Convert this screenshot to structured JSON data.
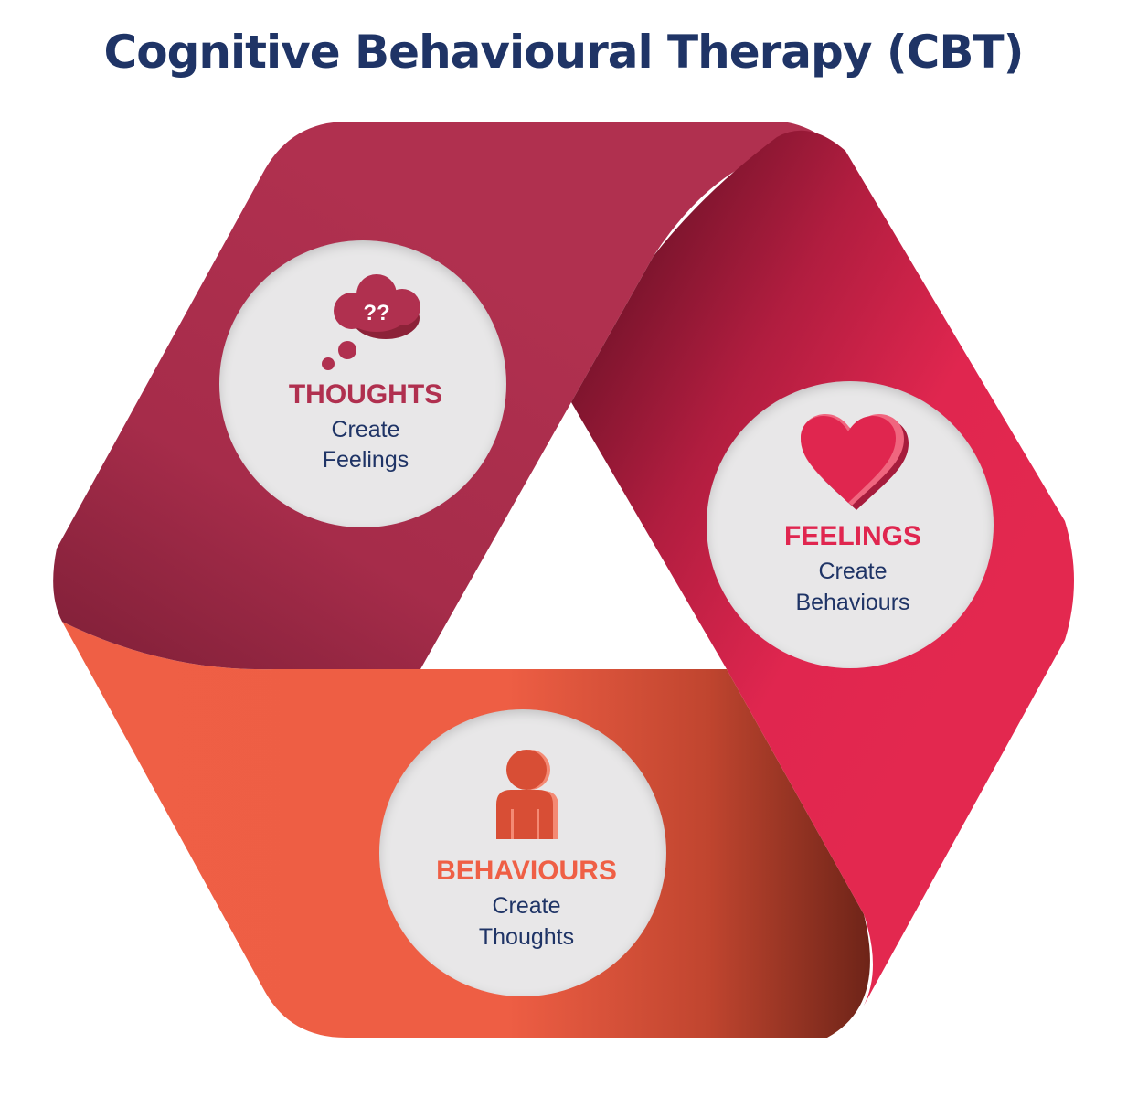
{
  "title": "Cognitive Behavioural Therapy (CBT)",
  "colors": {
    "title": "#1f3466",
    "thoughts_band": "#b0304f",
    "feelings_band": "#e0264f",
    "behaviours_band": "#ef5f45",
    "circle_fill": "#e8e7e8",
    "sub_text": "#1f3466"
  },
  "nodes": [
    {
      "heading": "THOUGHTS",
      "line1": "Create",
      "line2": "Feelings",
      "icon": "thought-cloud-icon",
      "question_marks": "??",
      "color": "#b0304f"
    },
    {
      "heading": "FEELINGS",
      "line1": "Create",
      "line2": "Behaviours",
      "icon": "heart-icon",
      "color": "#e0264f"
    },
    {
      "heading": "BEHAVIOURS",
      "line1": "Create",
      "line2": "Thoughts",
      "icon": "person-icon",
      "color": "#ef5f45"
    }
  ]
}
